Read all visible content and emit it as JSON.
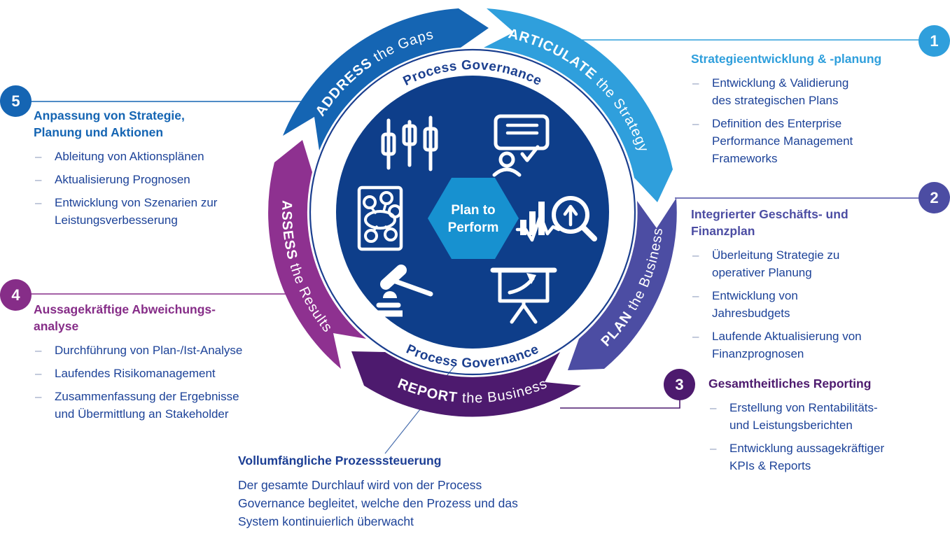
{
  "hexagon": {
    "line1": "Plan to",
    "line2": "Perform",
    "color": "#1791d0"
  },
  "ring": {
    "top": "Process Governance",
    "bottom": "Process Governance",
    "color": "#1b3f8f"
  },
  "segments": [
    {
      "name": "address",
      "bold": "ADDRESS",
      "rest": " the Gaps",
      "color": "#1565b3"
    },
    {
      "name": "articulate",
      "bold": "ARTICULATE",
      "rest": " the Strategy",
      "color": "#2f9fdc"
    },
    {
      "name": "plan",
      "bold": "PLAN",
      "rest": " the Business",
      "color": "#4c4da3"
    },
    {
      "name": "report",
      "bold": "REPORT",
      "rest": " the Business",
      "color": "#4d1a6e"
    },
    {
      "name": "assess",
      "bold": "ASSESS",
      "rest": " the Results",
      "color": "#8e3190"
    }
  ],
  "callouts": [
    {
      "number": "1",
      "heading": "Strategieentwicklung & -planung",
      "color": "#2f9fdc",
      "bullets": [
        "Entwicklung & Validierung des strategischen Plans",
        "Definition des Enterprise Performance Management Frameworks"
      ]
    },
    {
      "number": "2",
      "heading": "Integrierter Geschäfts- und Finanzplan",
      "color": "#4c4da3",
      "bullets": [
        "Überleitung Strategie zu operativer Planung",
        "Entwicklung von Jahresbudgets",
        "Laufende Aktualisierung von Finanzprognosen"
      ]
    },
    {
      "number": "3",
      "heading": "Gesamtheitliches Reporting",
      "color": "#4d1a6e",
      "bullets": [
        "Erstellung von Rentabilitäts- und Leistungsberichten",
        "Entwicklung aussagekräftiger KPIs & Reports"
      ]
    },
    {
      "number": "4",
      "heading": "Aussagekräftige Abweichungs-analyse",
      "color": "#862d88",
      "bullets": [
        "Durchführung von Plan-/Ist-Analyse",
        "Laufendes Risikomanagement",
        "Zusammenfassung der Ergebnisse und Übermittlung an Stakeholder"
      ]
    },
    {
      "number": "5",
      "heading": "Anpassung von Strategie, Planung und Aktionen",
      "color": "#1565b3",
      "bullets": [
        "Ableitung von Aktionsplänen",
        "Aktualisierung Prognosen",
        "Entwicklung von Szenarien zur Leistungsverbesserung"
      ]
    }
  ],
  "governance_note": {
    "heading": "Vollumfängliche Prozesssteuerung",
    "body": "Der gesamte Durchlauf wird von der Process Governance begleitet, welche den Prozess und das System kontinuierlich überwacht"
  },
  "icons": [
    "sliders-icon",
    "presentation-feedback-icon",
    "strategy-plan-icon",
    "analysis-magnifier-icon",
    "gavel-icon",
    "growth-presentation-icon"
  ]
}
